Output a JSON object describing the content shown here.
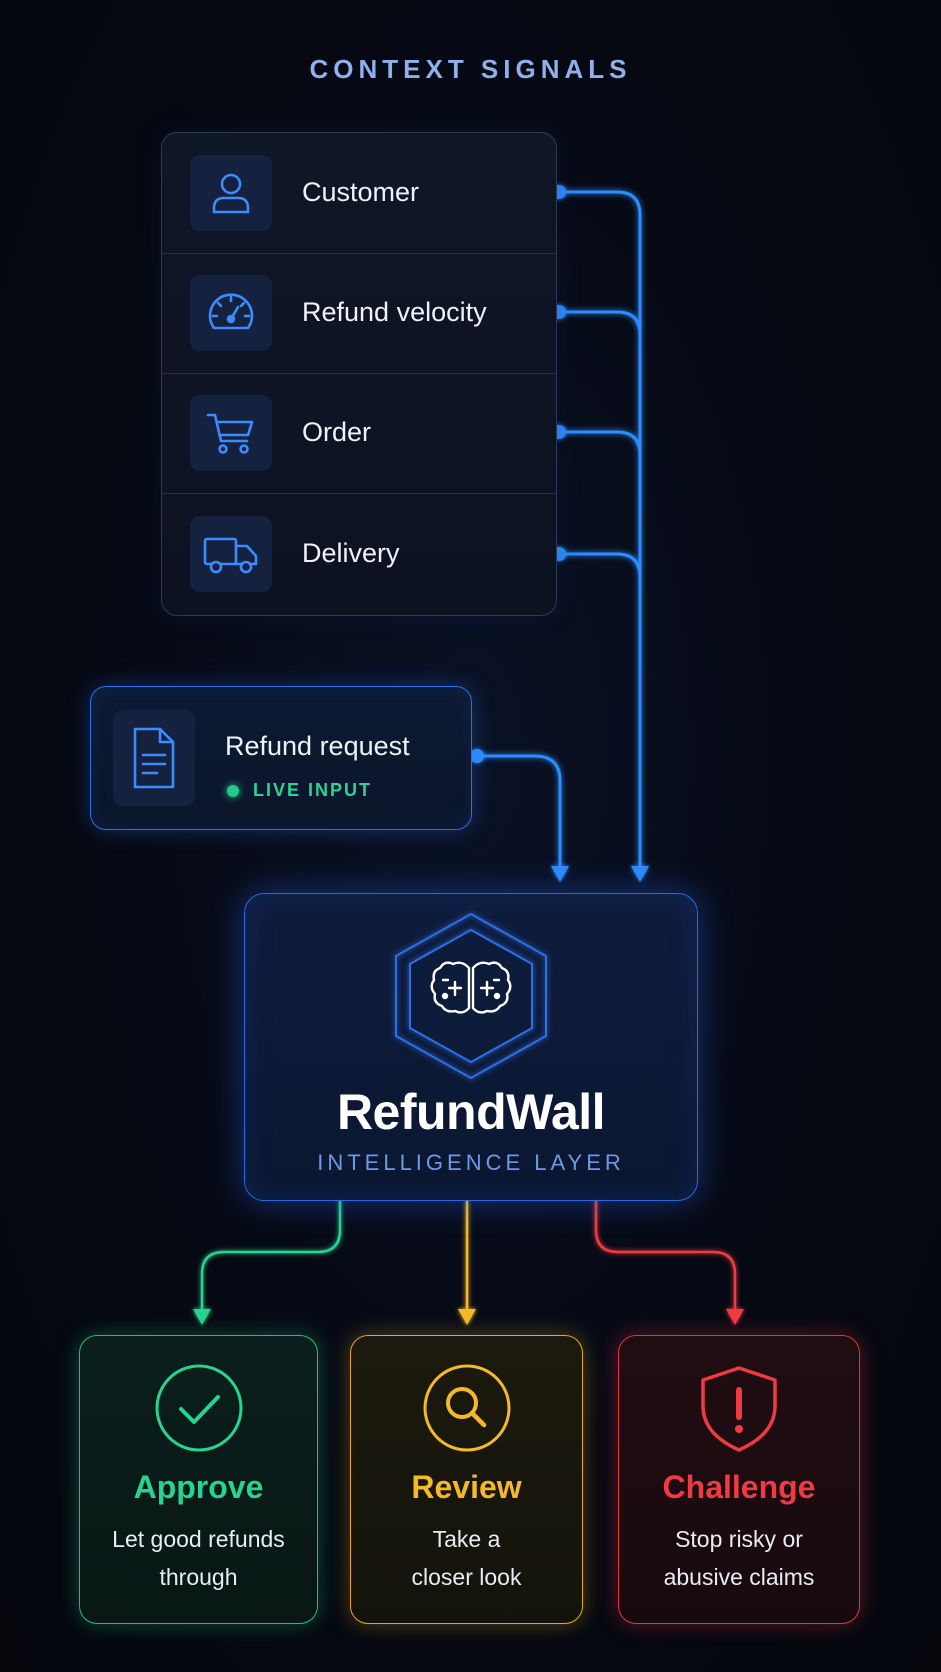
{
  "context": {
    "heading": "CONTEXT SIGNALS",
    "signals": [
      {
        "label": "Customer",
        "icon": "user-icon"
      },
      {
        "label": "Refund velocity",
        "icon": "speedometer-icon"
      },
      {
        "label": "Order",
        "icon": "shopping-cart-icon"
      },
      {
        "label": "Delivery",
        "icon": "delivery-truck-icon"
      }
    ]
  },
  "request": {
    "title": "Refund request",
    "status": "LIVE INPUT",
    "icon": "document-icon"
  },
  "core": {
    "title": "RefundWall",
    "subtitle": "INTELLIGENCE LAYER",
    "icon": "brain-icon"
  },
  "outcomes": [
    {
      "title": "Approve",
      "desc_line1": "Let good refunds",
      "desc_line2": "through",
      "icon": "checkmark-circle-icon",
      "color": "#25d48f"
    },
    {
      "title": "Review",
      "desc_line1": "Take a",
      "desc_line2": "closer look",
      "icon": "magnifier-icon",
      "color": "#f3b928"
    },
    {
      "title": "Challenge",
      "desc_line1": "Stop risky or",
      "desc_line2": "abusive claims",
      "icon": "shield-alert-icon",
      "color": "#f03a42"
    }
  ],
  "colors": {
    "signal_line": "#2f8cff",
    "accent_blue": "#2d67dd",
    "live_green": "#29d494",
    "approve": "#25d48f",
    "review": "#f3b928",
    "challenge": "#f03a42"
  }
}
